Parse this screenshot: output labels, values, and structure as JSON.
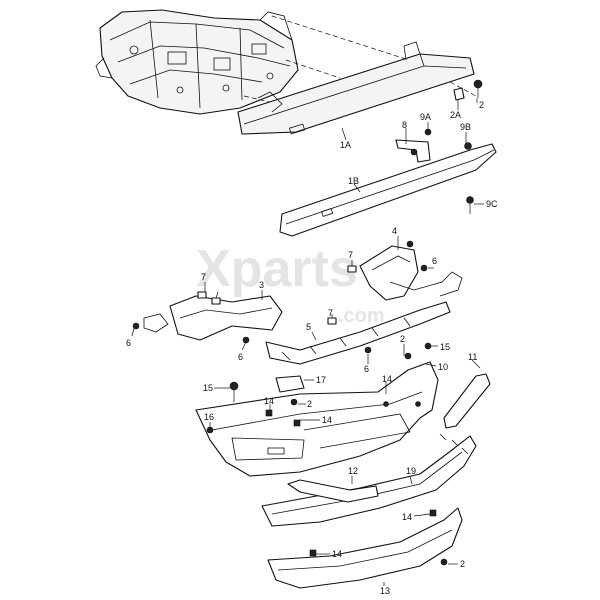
{
  "watermark": {
    "main": "Xparts",
    "sub": ".com"
  },
  "callouts": {
    "c2_top": "2",
    "c2A": "2A",
    "c1A": "1A",
    "c8": "8",
    "c9A": "9A",
    "c9B": "9B",
    "c1B": "1B",
    "c9C": "9C",
    "c4": "4",
    "c7_right": "7",
    "c6_right": "6",
    "c7_left": "7",
    "c3": "3",
    "c7_mid": "7",
    "c5": "5",
    "c6_left": "6",
    "c6_mid": "6",
    "c6_lower": "6",
    "c2_mid": "2",
    "c15_right": "15",
    "c11": "11",
    "c10": "10",
    "c14_a": "14",
    "c15_left": "15",
    "c17": "17",
    "c2_left": "2",
    "c14_b": "14",
    "c14_c": "14",
    "c16": "16",
    "c12": "12",
    "c19": "19",
    "c14_d": "14",
    "c14_e": "14",
    "c2_bottom": "2",
    "c13": "13"
  }
}
